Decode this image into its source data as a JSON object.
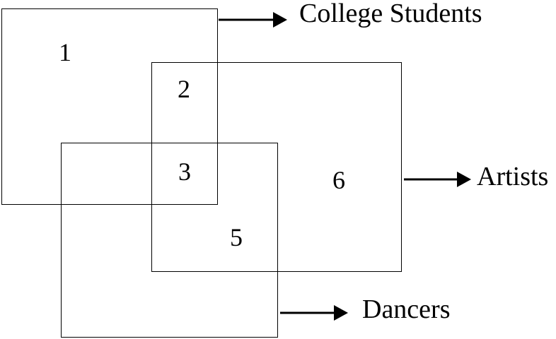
{
  "sets": {
    "college_students": {
      "label": "College Students"
    },
    "artists": {
      "label": "Artists"
    },
    "dancers": {
      "label": "Dancers"
    }
  },
  "regions": [
    "1",
    "2",
    "3",
    "5",
    "6"
  ],
  "colors": {
    "stroke": "#000000",
    "background": "#ffffff"
  }
}
